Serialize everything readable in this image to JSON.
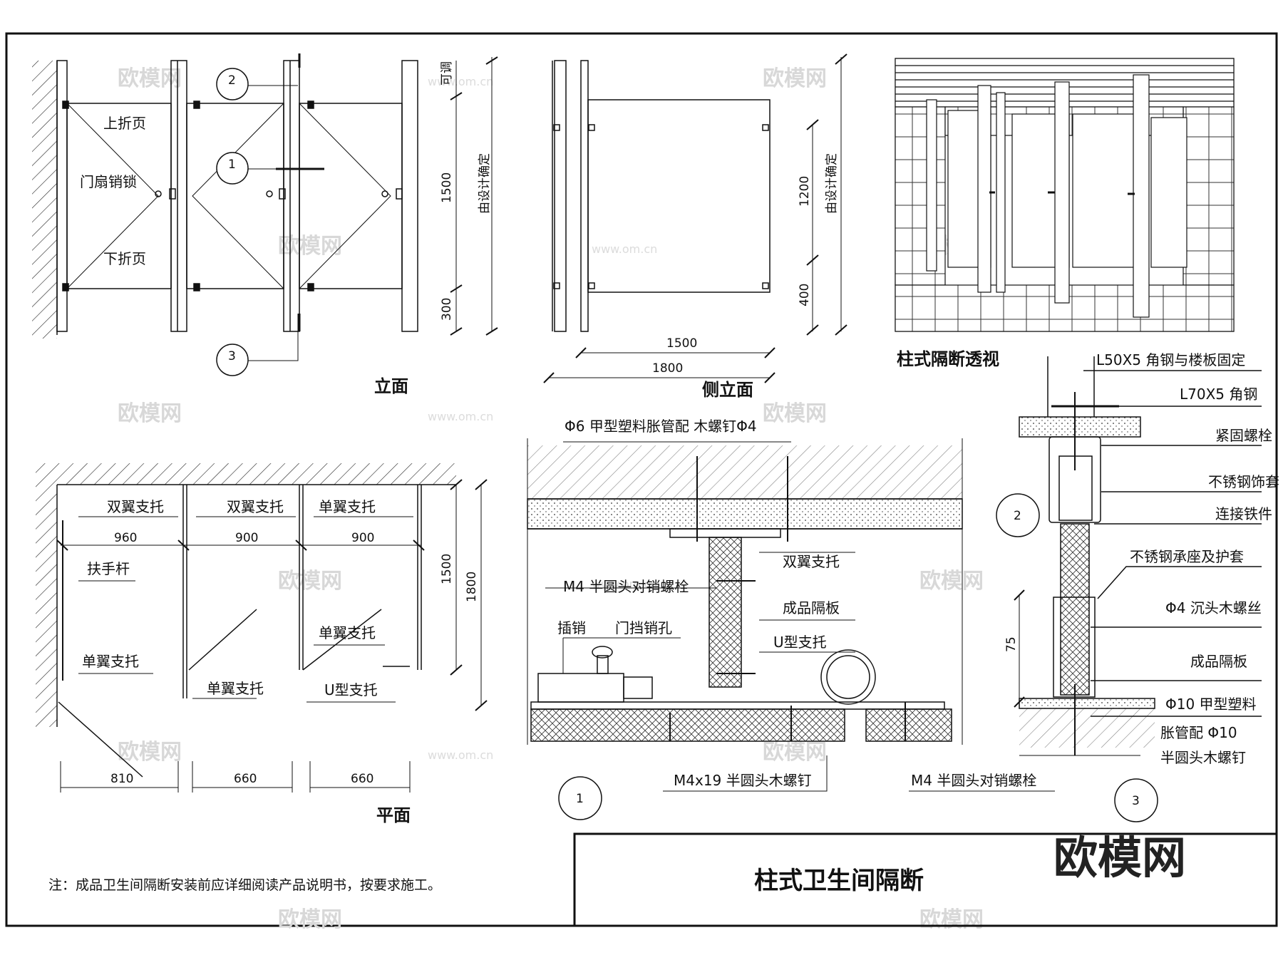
{
  "elevation": {
    "title": "立面",
    "labels": {
      "top_hinge": "上折页",
      "door_lock": "门扇销锁",
      "bottom_hinge": "下折页"
    },
    "dims": {
      "d1500": "1500",
      "d300": "300",
      "top_note": "可调",
      "side_note": "由设计确定"
    },
    "callouts": [
      "2",
      "1",
      "3"
    ]
  },
  "side_elevation": {
    "title": "侧立面",
    "dims": {
      "d1500": "1500",
      "d1800": "1800",
      "d1200": "1200",
      "d400": "400",
      "side_note": "由设计确定"
    }
  },
  "perspective": {
    "title": "柱式隔断透视"
  },
  "plan": {
    "title": "平面",
    "labels": {
      "double_wing_1": "双翼支托",
      "double_wing_2": "双翼支托",
      "single_wing_top": "单翼支托",
      "handrail": "扶手杆",
      "single_wing_left": "单翼支托",
      "single_wing_mid": "单翼支托",
      "single_wing_right": "单翼支托",
      "u_support": "U型支托"
    },
    "dims": {
      "d960": "960",
      "d900a": "900",
      "d900b": "900",
      "d1500": "1500",
      "d1800": "1800",
      "d810": "810",
      "d660a": "660",
      "d660b": "660"
    }
  },
  "detail1": {
    "number": "1",
    "labels": {
      "anchor": "Φ6 甲型塑料胀管配 木螺钉Φ4",
      "double_wing": "双翼支托",
      "bolt": "M4  半圆头对销螺栓",
      "panel": "成品隔板",
      "pin": "插销",
      "pin_hole": "门挡销孔",
      "u_support": "U型支托",
      "screw": "M4x19  半圆头木螺钉",
      "bolt2": "M4  半圆头对销螺栓"
    }
  },
  "detail2": {
    "number": "2",
    "labels": {
      "angle50": "L50X5  角钢与楼板固定",
      "angle70": "L70X5  角钢",
      "fasten_bolt": "紧固螺栓",
      "ss_cover": "不锈钢饰套",
      "connector": "连接铁件",
      "ss_base": "不锈钢承座及护套",
      "screw": "Φ4  沉头木螺丝",
      "panel": "成品隔板",
      "plug": "Φ10  甲型塑料",
      "plug2": "胀管配  Φ10",
      "screw2": "半圆头木螺钉"
    },
    "dims": {
      "d75": "75"
    }
  },
  "detail3": {
    "number": "3"
  },
  "title_block": {
    "title": "柱式卫生间隔断",
    "logo": "欧模网"
  },
  "note": "注：成品卫生间隔断安装前应详细阅读产品说明书，按要求施工。",
  "watermark": {
    "text": "欧模网",
    "url": "www.om.cn"
  }
}
